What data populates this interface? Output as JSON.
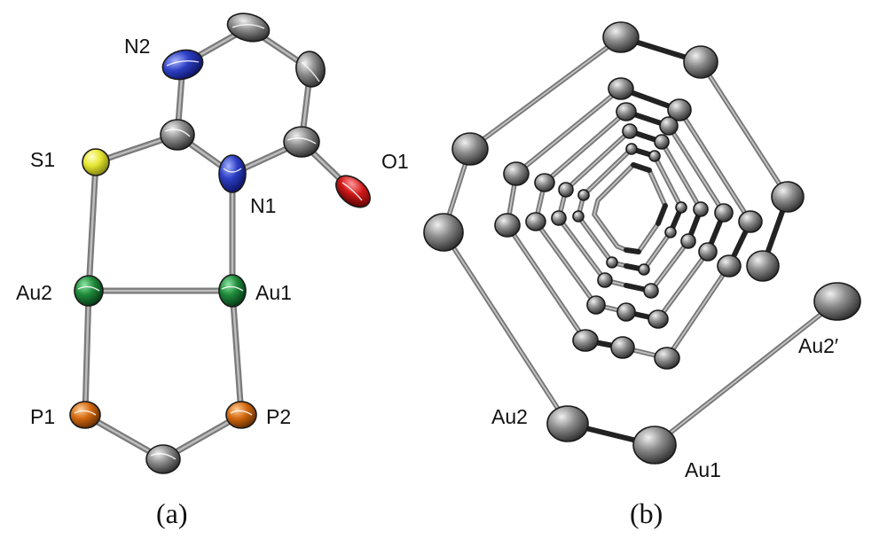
{
  "figure": {
    "panel_a": {
      "label": "(a)",
      "atoms": {
        "N2": "N2",
        "S1": "S1",
        "N1": "N1",
        "O1": "O1",
        "Au2": "Au2",
        "Au1": "Au1",
        "P1": "P1",
        "P2": "P2"
      }
    },
    "panel_b": {
      "label": "(b)",
      "atoms": {
        "Au2": "Au2",
        "Au1": "Au1",
        "Au2p": "Au2′"
      }
    }
  },
  "colors": {
    "carbon": "#8c8c8c",
    "nitrogen": "#2d3fc4",
    "sulfur": "#e6e630",
    "oxygen": "#d01818",
    "gold": "#1f8a3a",
    "phosphorus": "#d46a10",
    "bond": "#7a7a7a"
  }
}
